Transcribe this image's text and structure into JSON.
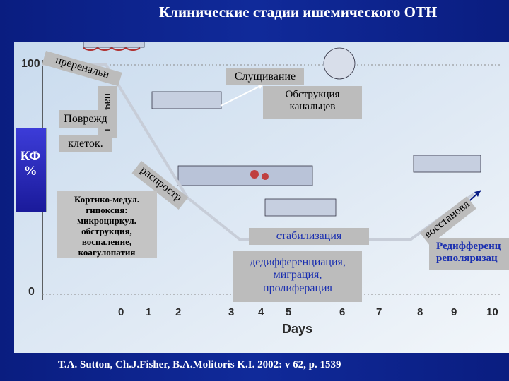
{
  "title": "Клинические стадии ишемического ОТН",
  "axis": {
    "y_title_line1": "КФ",
    "y_title_line2": "%",
    "y_tick_top": "100",
    "y_tick_bottom": "0",
    "x_ticks": [
      "0",
      "1",
      "2",
      "3",
      "4",
      "5",
      "6",
      "7",
      "8",
      "9",
      "10"
    ],
    "x_title": "Days"
  },
  "phases": {
    "prerenal": "преренальн",
    "initiation": "начальн",
    "extension": "распростр",
    "recovery": "восстановл"
  },
  "labels": {
    "cell_damage_line1": "Поврежд",
    "cell_damage_line2": "клеток.",
    "shedding": "Слущивание",
    "obstruction_line1": "Обструкция",
    "obstruction_line2": "канальцев",
    "mechanisms": [
      "Кортико-медул.",
      "гипоксия:",
      "микроциркул.",
      "обструкция,",
      "воспаление,",
      "коагулопатия"
    ],
    "stabilization": "стабилизация",
    "repair": [
      "дедифференциация,",
      "миграция,",
      "пролиферация"
    ],
    "redifferentiation_line1": "Редифференц",
    "redifferentiation_line2": "реполяризац"
  },
  "citation": "T.A. Sutton, Ch.J.Fisher, B.A.Molitoris K.I. 2002: v 62, p. 1539"
}
